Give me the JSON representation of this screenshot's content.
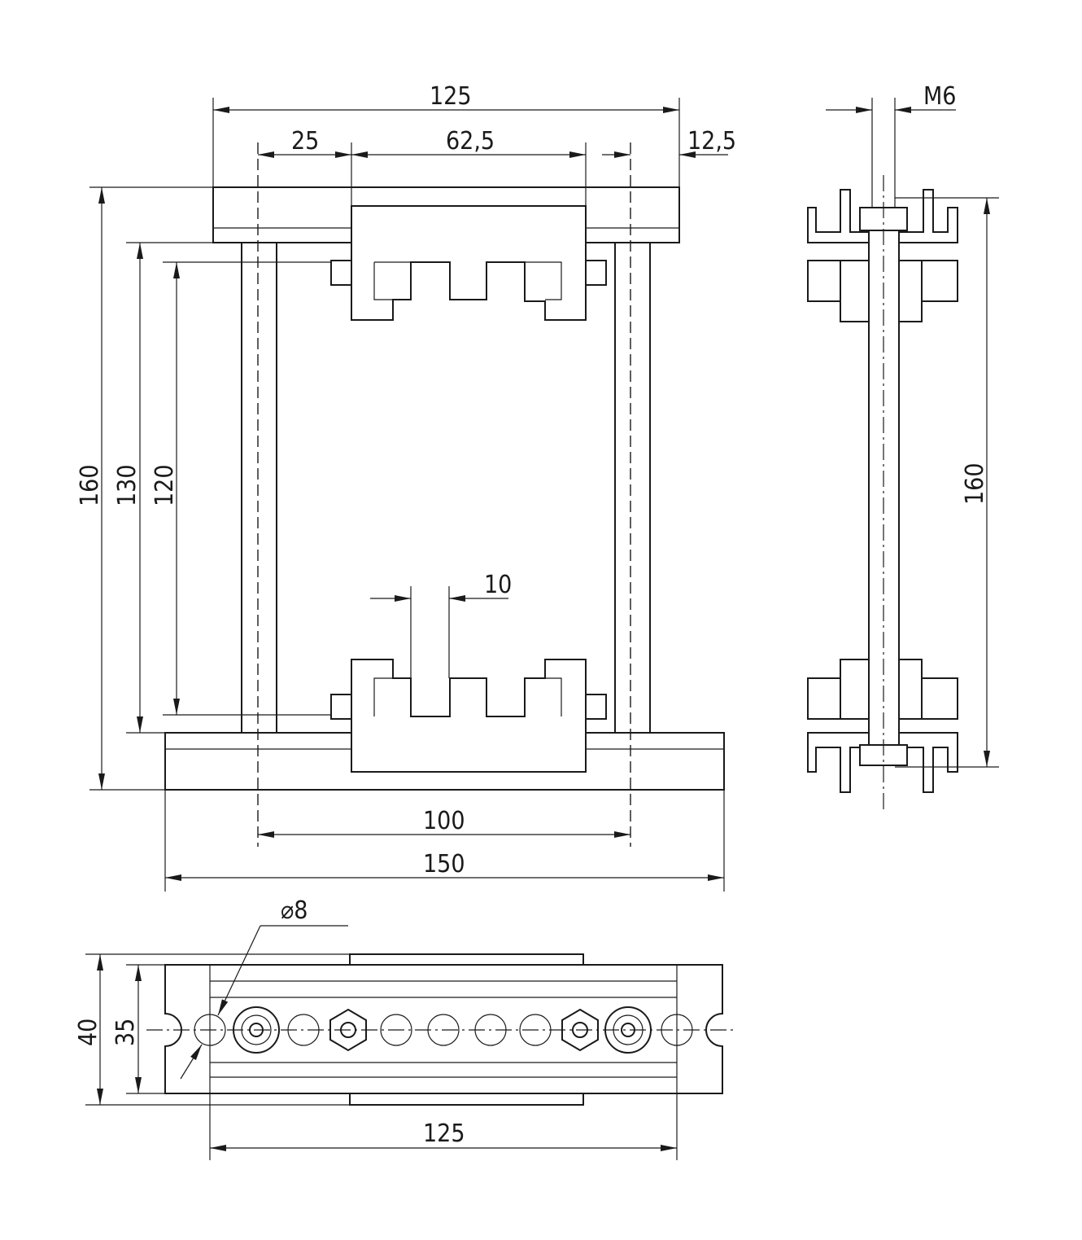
{
  "front_view": {
    "dim_overall_top_width": "125",
    "dim_offset_left": "25",
    "dim_clamp_width": "62,5",
    "dim_offset_right": "12,5",
    "dim_total_height": "160",
    "dim_post_height": "130",
    "dim_clamp_gap": "120",
    "dim_tooth_width": "10",
    "dim_post_spacing": "100",
    "dim_base_width": "150"
  },
  "side_view": {
    "dim_thread": "M6",
    "dim_height": "160"
  },
  "bottom_view": {
    "dim_hole_diameter": "⌀8",
    "dim_outer_depth": "40",
    "dim_inner_depth": "35",
    "dim_hole_span": "125"
  }
}
